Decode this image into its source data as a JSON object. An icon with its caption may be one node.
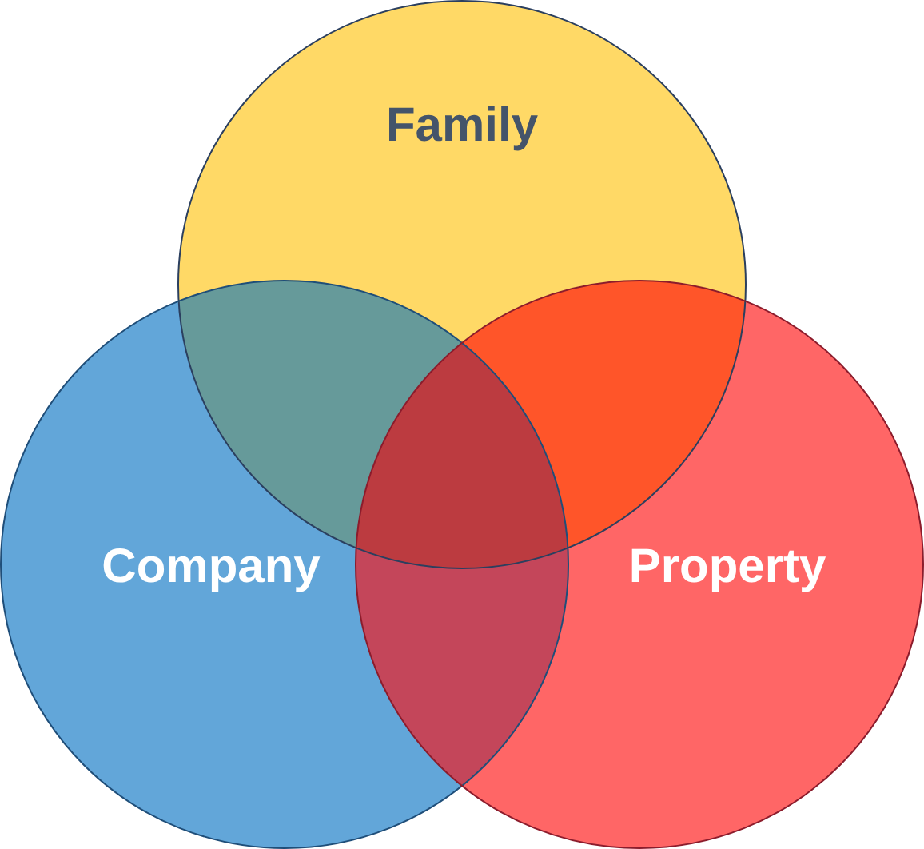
{
  "diagram": {
    "nodes": [
      {
        "text": [
          "Family"
        ]
      },
      {
        "text": [
          "Company"
        ]
      },
      {
        "text": [
          "Property"
        ]
      }
    ]
  }
}
